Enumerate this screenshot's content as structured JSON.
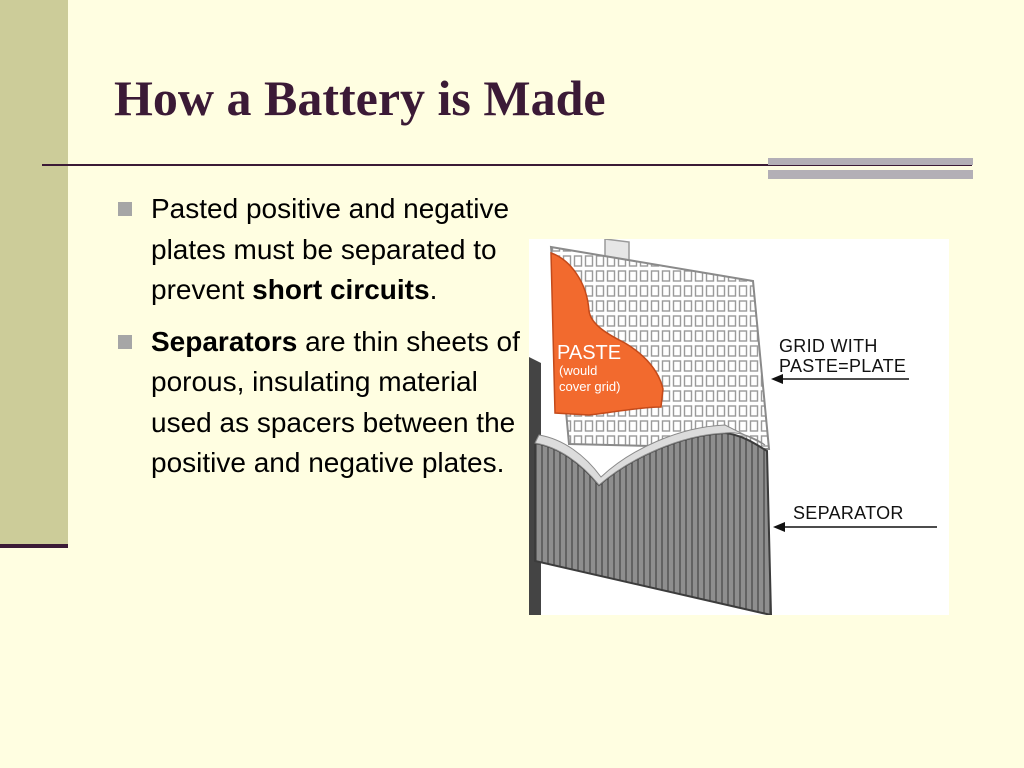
{
  "slide": {
    "title": "How a Battery is Made"
  },
  "bullets": [
    {
      "runs": [
        {
          "text": "Pasted positive and negative plates must be separated to prevent ",
          "bold": false
        },
        {
          "text": "short circuits",
          "bold": true
        },
        {
          "text": ".",
          "bold": false
        }
      ]
    },
    {
      "runs": [
        {
          "text": "Separators",
          "bold": true
        },
        {
          "text": " are thin sheets of porous, insulating material used as spacers between the positive and negative plates.",
          "bold": false
        }
      ]
    }
  ],
  "figure": {
    "paste_label": "PASTE",
    "paste_sub_1": "(would",
    "paste_sub_2": "cover grid)",
    "grid_label_1": "GRID WITH",
    "grid_label_2": "PASTE=PLATE",
    "separator_label": "SEPARATOR"
  },
  "colors": {
    "background": "#FFFEE1",
    "accent_band": "#CCCC99",
    "title": "#3B1A36",
    "rule_accent": "#B3AFB6",
    "paste": "#F26A2E",
    "separator": "#8C8C8C"
  }
}
